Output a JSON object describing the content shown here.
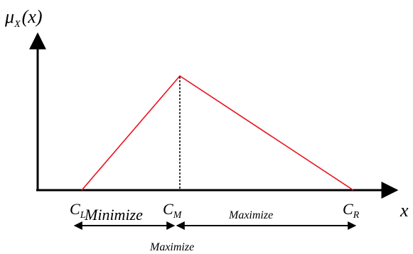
{
  "y_axis_label": {
    "symbol": "μ",
    "subscript": "X",
    "argument": "(x)"
  },
  "x_axis_label": "x",
  "points": {
    "left": {
      "base": "C",
      "subscript": "L"
    },
    "middle": {
      "base": "C",
      "subscript": "M"
    },
    "right": {
      "base": "C",
      "subscript": "R"
    }
  },
  "spans": {
    "left_segment": "Minimize",
    "right_segment": "Maximize",
    "full_width": "Maximize"
  },
  "colors": {
    "membership_line": "#e8141e",
    "axes": "#000000"
  }
}
